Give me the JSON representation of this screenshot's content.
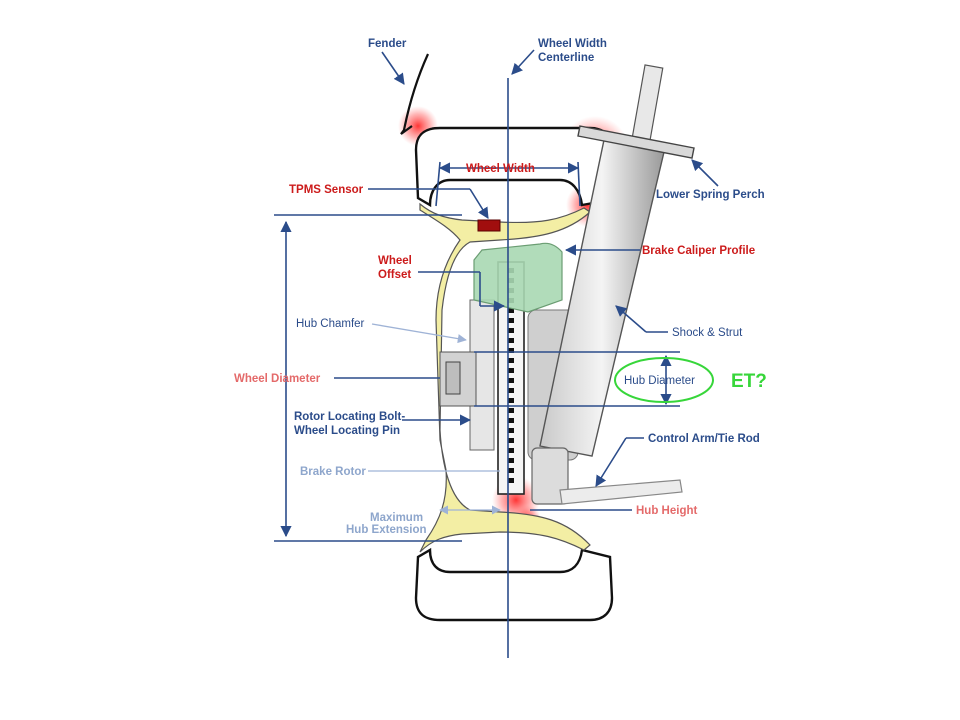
{
  "labels": {
    "fender": "Fender",
    "wheel_width_centerline_1": "Wheel Width",
    "wheel_width_centerline_2": "Centerline",
    "wheel_width": "Wheel  Width",
    "tpms_sensor": "TPMS Sensor",
    "lower_spring_perch": "Lower Spring Perch",
    "brake_caliper_profile": "Brake Caliper Profile",
    "wheel_offset_1": "Wheel",
    "wheel_offset_2": "Offset",
    "hub_chamfer": "Hub Chamfer",
    "shock_strut": "Shock & Strut",
    "wheel_diameter": "Wheel Diameter",
    "hub_diameter": "Hub Diameter",
    "et": "ET?",
    "rotor_locating_1": "Rotor Locating Bolt-",
    "rotor_locating_2": "Wheel Locating Pin",
    "control_arm": "Control Arm/Tie Rod",
    "brake_rotor": "Brake Rotor",
    "max_hub_ext_1": "Maximum",
    "max_hub_ext_2": "Hub Extension",
    "hub_height": "Hub Height"
  },
  "colors": {
    "label_blue": "#2b4c8a",
    "label_red": "#cc1b1b",
    "et_green": "#37d63a",
    "rim_yellow": "#f3eea4",
    "caliper_green": "#a9d8b2"
  }
}
